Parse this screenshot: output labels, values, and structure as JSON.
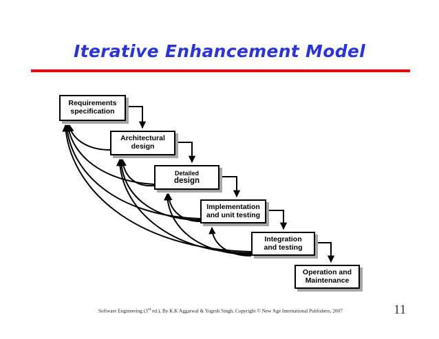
{
  "slide": {
    "title": "Iterative Enhancement Model",
    "title_color": "#2b35d4",
    "rule_color": "#ff0000",
    "page_number": "11"
  },
  "footer": {
    "credit_prefix": "Software Engineering (3",
    "credit_sup": "rd",
    "credit_suffix": " ed.), By K.K Aggarwal & Yogesh Singh, Copyright © New Age International Publishers, 2007"
  },
  "diagram": {
    "type": "flow-diagram",
    "name": "iterative-enhancement-model",
    "boxes": [
      {
        "id": "requirements",
        "line1": "Requirements",
        "line2": "specification"
      },
      {
        "id": "architectural",
        "line1": "Architectural",
        "line2": "design"
      },
      {
        "id": "detailed",
        "line1": "Detailed",
        "line2": "design"
      },
      {
        "id": "implementation",
        "line1": "Implementation",
        "line2": "and unit testing"
      },
      {
        "id": "integration",
        "line1": "Integration",
        "line2": "and testing"
      },
      {
        "id": "operation",
        "line1": "Operation and",
        "line2": "Maintenance"
      }
    ],
    "forward_flow": [
      "requirements -> architectural",
      "architectural -> detailed",
      "detailed -> implementation",
      "implementation -> integration",
      "integration -> operation"
    ],
    "feedback_flow": [
      "architectural -> requirements",
      "detailed -> requirements",
      "implementation -> requirements",
      "integration -> requirements",
      "detailed -> architectural",
      "implementation -> architectural",
      "integration -> architectural",
      "implementation -> detailed",
      "integration -> detailed",
      "integration -> implementation"
    ]
  }
}
